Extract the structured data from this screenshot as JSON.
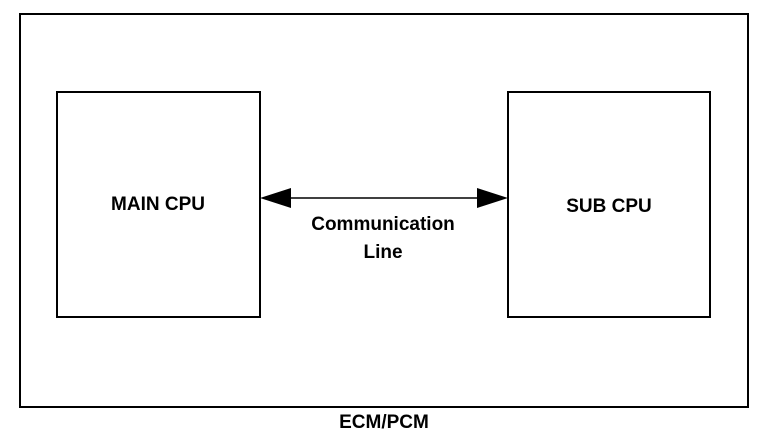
{
  "diagram": {
    "outer_label": "ECM/PCM",
    "main_cpu_label": "MAIN CPU",
    "sub_cpu_label": "SUB CPU",
    "link_label_line1": "Communication",
    "link_label_line2": "Line"
  },
  "colors": {
    "stroke": "#000000",
    "background": "#ffffff"
  }
}
